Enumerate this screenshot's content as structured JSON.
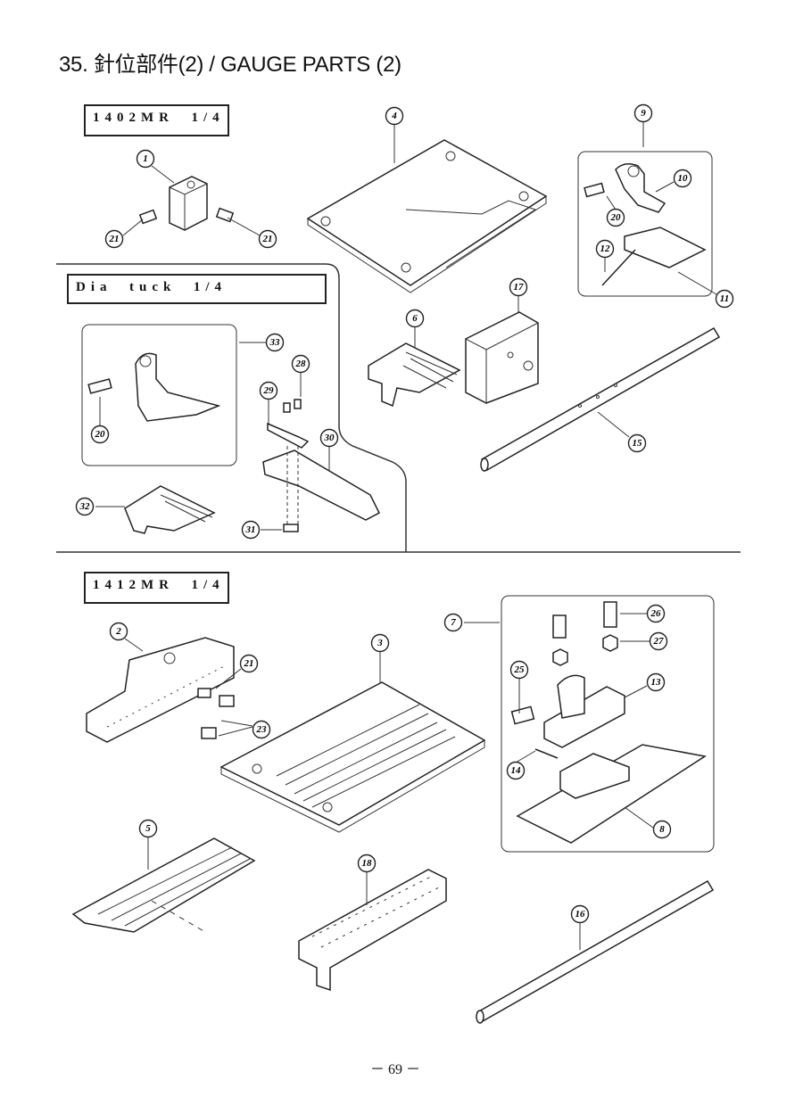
{
  "page_title": "35. 針位部件(2) / GAUGE PARTS (2)",
  "model_labels": {
    "m1402": "1402MR  1/4",
    "dia_tuck": "Dia  tuck  1/4",
    "m1412": "1412MR  1/4"
  },
  "callouts": [
    "1",
    "21",
    "21",
    "4",
    "9",
    "10",
    "20",
    "12",
    "11",
    "17",
    "6",
    "15",
    "33",
    "28",
    "29",
    "20",
    "30",
    "32",
    "31",
    "2",
    "3",
    "21",
    "23",
    "7",
    "26",
    "27",
    "25",
    "13",
    "14",
    "8",
    "5",
    "18",
    "16"
  ],
  "page_number": "－ 69 －"
}
